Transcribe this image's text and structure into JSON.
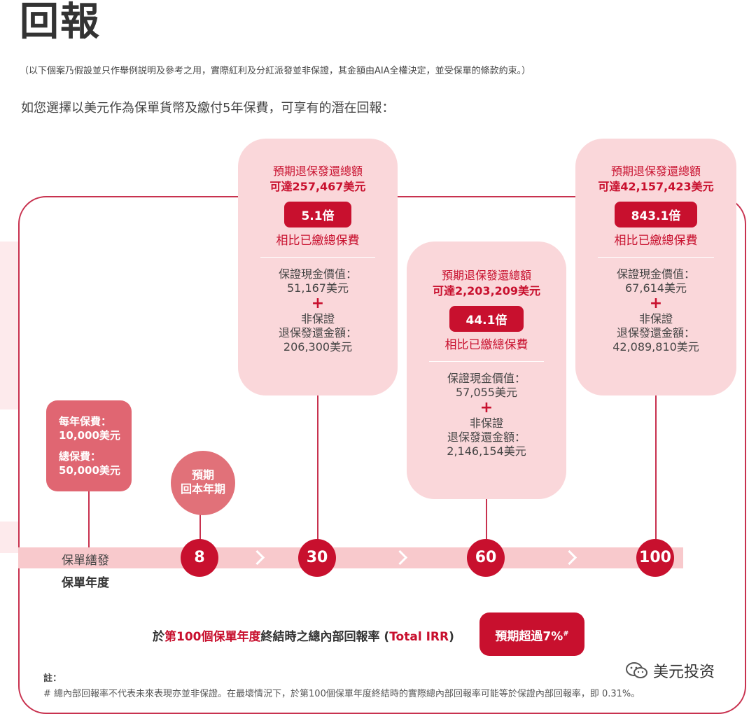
{
  "header": {
    "title": "回報",
    "disclaimer": "（以下個案乃假設並只作舉例説明及參考之用，實際紅利及分紅派發並非保證，其金額由AIA全權決定，並受保單的條款約束。）",
    "intro": "如您選擇以美元作為保單貨幣及繳付5年保費，可享有的潛在回報："
  },
  "premium": {
    "annual_label": "每年保費：",
    "annual_value": "10,000美元",
    "total_label": "總保費：",
    "total_value": "50,000美元"
  },
  "breakeven": {
    "line1": "預期",
    "line2": "回本年期"
  },
  "timeline": {
    "issue_label": "保單繕發",
    "year_label": "保單年度",
    "milestones": [
      "8",
      "30",
      "60",
      "100"
    ]
  },
  "bubbles": [
    {
      "lead": "預期退保發還總額",
      "amount": "可達257,467美元",
      "multiple": "5.1倍",
      "compare": "相比已繳總保費",
      "guaranteed_label": "保證現金價值：",
      "guaranteed_value": "51,167美元",
      "plus": "+",
      "nonguaranteed_label1": "非保證",
      "nonguaranteed_label2": "退保發還金額：",
      "nonguaranteed_value": "206,300美元"
    },
    {
      "lead": "預期退保發還總額",
      "amount": "可達2,203,209美元",
      "multiple": "44.1倍",
      "compare": "相比已繳總保費",
      "guaranteed_label": "保證現金價值：",
      "guaranteed_value": "57,055美元",
      "plus": "+",
      "nonguaranteed_label1": "非保證",
      "nonguaranteed_label2": "退保發還金額：",
      "nonguaranteed_value": "2,146,154美元"
    },
    {
      "lead": "預期退保發還總額",
      "amount": "可達42,157,423美元",
      "multiple": "843.1倍",
      "compare": "相比已繳總保費",
      "guaranteed_label": "保證現金價值：",
      "guaranteed_value": "67,614美元",
      "plus": "+",
      "nonguaranteed_label1": "非保證",
      "nonguaranteed_label2": "退保發還金額：",
      "nonguaranteed_value": "42,089,810美元"
    }
  ],
  "irr": {
    "prefix": "於",
    "highlight": "第100個保單年度",
    "middle": "終結時之總內部回報率 (",
    "irr_en": "Total IRR",
    "suffix": ")",
    "badge": "預期超過7%",
    "badge_mark": "#"
  },
  "notes": {
    "title": "註：",
    "text": "# 總內部回報率不代表未來表現亦並非保證。在最壞情況下，於第100個保單年度終結時的實際總內部回報率可能等於保證內部回報率，即 0.31%。"
  },
  "watermark": {
    "text": "美元投资",
    "icon": "wechat-icon"
  },
  "colors": {
    "accent": "#c8102e",
    "bubble": "#fad7da",
    "bar": "#f8c9cc"
  }
}
